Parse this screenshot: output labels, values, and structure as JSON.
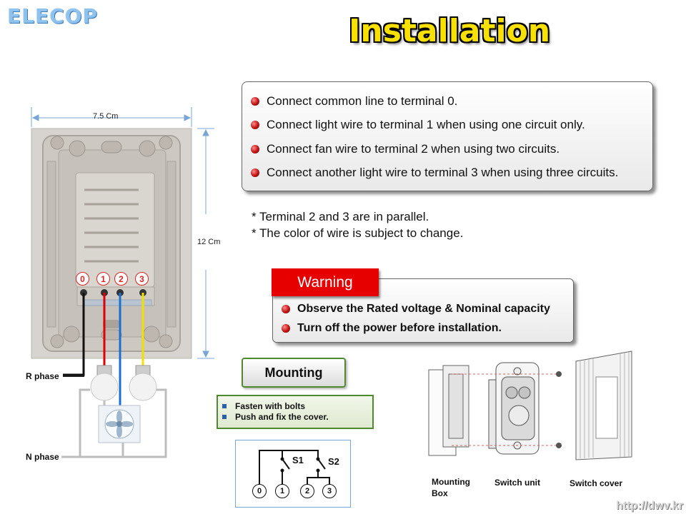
{
  "logo": "ELECOP",
  "title": "Installation",
  "dimensions": {
    "width": "7.5 Cm",
    "height": "12 Cm"
  },
  "terminals": [
    "0",
    "1",
    "2",
    "3"
  ],
  "instructions": [
    "Connect common line to terminal 0.",
    "Connect light wire to terminal 1 when using one circuit only.",
    "Connect fan wire to terminal 2 when using two circuits.",
    "Connect another light wire to terminal 3 when using three circuits."
  ],
  "notes": [
    "* Terminal 2 and 3 are in parallel.",
    "* The color of wire is subject to change."
  ],
  "warning": {
    "label": "Warning",
    "items": [
      "Observe the Rated voltage & Nominal capacity",
      "Turn off the power before installation."
    ]
  },
  "wiring": {
    "r_phase": "R phase",
    "n_phase": "N phase"
  },
  "mounting": {
    "label": "Mounting",
    "steps": [
      "Fasten with bolts",
      "Push and fix the cover."
    ]
  },
  "circuit": {
    "switches": [
      "S1",
      "S2"
    ],
    "terminals": [
      "0",
      "1",
      "2",
      "3"
    ]
  },
  "parts": [
    "Mounting Box",
    "Switch unit",
    "Switch cover"
  ],
  "url": "http://dwv.kr",
  "colors": {
    "title": "#f8e000",
    "warning": "#e60000",
    "wire_red": "#e00000",
    "wire_blue": "#1a6fd0",
    "wire_yellow": "#f0e000",
    "accent_green": "#4f8a2e"
  }
}
